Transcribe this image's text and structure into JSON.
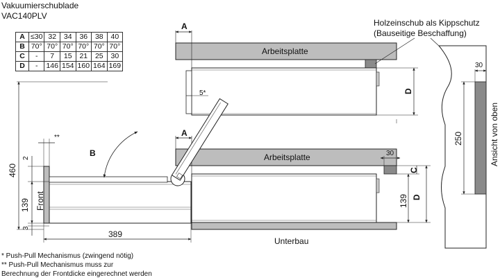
{
  "title_line1": "Vakuumierschublade",
  "title_line2": "VAC140PLV",
  "table": {
    "rows": [
      {
        "key": "A",
        "values": [
          "≤30",
          "32",
          "34",
          "36",
          "38",
          "40"
        ]
      },
      {
        "key": "B",
        "values": [
          "70°",
          "70°",
          "70°",
          "70°",
          "70°",
          "70°"
        ]
      },
      {
        "key": "C",
        "values": [
          "-",
          "7",
          "15",
          "21",
          "25",
          "30"
        ]
      },
      {
        "key": "D",
        "values": [
          "-",
          "146",
          "154",
          "160",
          "164",
          "169"
        ]
      }
    ]
  },
  "labels": {
    "holz_line1": "Holzeinschub als Kippschutz",
    "holz_line2": "(Bauseitige Beschaffung)",
    "arbeitsplatte_top": "Arbeitsplatte",
    "arbeitsplatte_bottom": "Arbeitsplatte",
    "unterbau": "Unterbau",
    "front": "Front",
    "ansicht": "Ansicht von oben",
    "dim_A_top": "A",
    "dim_A_bottom": "A",
    "dim_B": "B",
    "dim_C": "C",
    "dim_D_top": "D",
    "dim_D_bottom": "D",
    "dim_5star": "5*",
    "dim_2star": "**",
    "dim_30_right": "30",
    "dim_30_bottom": "30",
    "dim_250": "250",
    "dim_460": "460",
    "dim_2": "2",
    "dim_139_left": "139",
    "dim_139_right": "139",
    "dim_3": "3",
    "dim_389": "389"
  },
  "notes": {
    "n1": "*  Push-Pull Mechanismus (zwingend nötig)",
    "n2": "** Push-Pull Mechanismus muss zur",
    "n3": "    Berechnung der Frontdicke eingerechnet werden"
  },
  "colors": {
    "panel_gray": "#b9b9b9",
    "dark_gray": "#8a8a8a",
    "line": "#222222"
  }
}
